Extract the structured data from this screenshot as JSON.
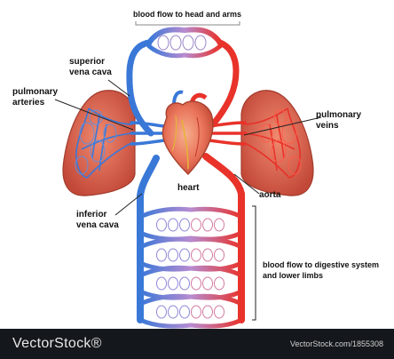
{
  "diagram": {
    "title_fragment_left": "",
    "title_fragment_right": "",
    "labels": {
      "head_arms": "blood flow to head and arms",
      "superior_vena_cava": "superior\nvena cava",
      "pulmonary_arteries": "pulmonary\narteries",
      "pulmonary_veins": "pulmonary\nveins",
      "heart": "heart",
      "aorta": "aorta",
      "inferior_vena_cava": "inferior\nvena cava",
      "digestive_lower": "blood flow to digestive system\nand lower limbs"
    },
    "colors": {
      "oxygenated": "#e8322a",
      "deoxygenated": "#3a78d8",
      "lung_fill": "#d9614a",
      "heart_fill": "#e9745a",
      "capillary_mix": "#b56fb0"
    }
  },
  "footer": {
    "brand": "VectorStock®",
    "credit": "VectorStock.com/1855308"
  }
}
